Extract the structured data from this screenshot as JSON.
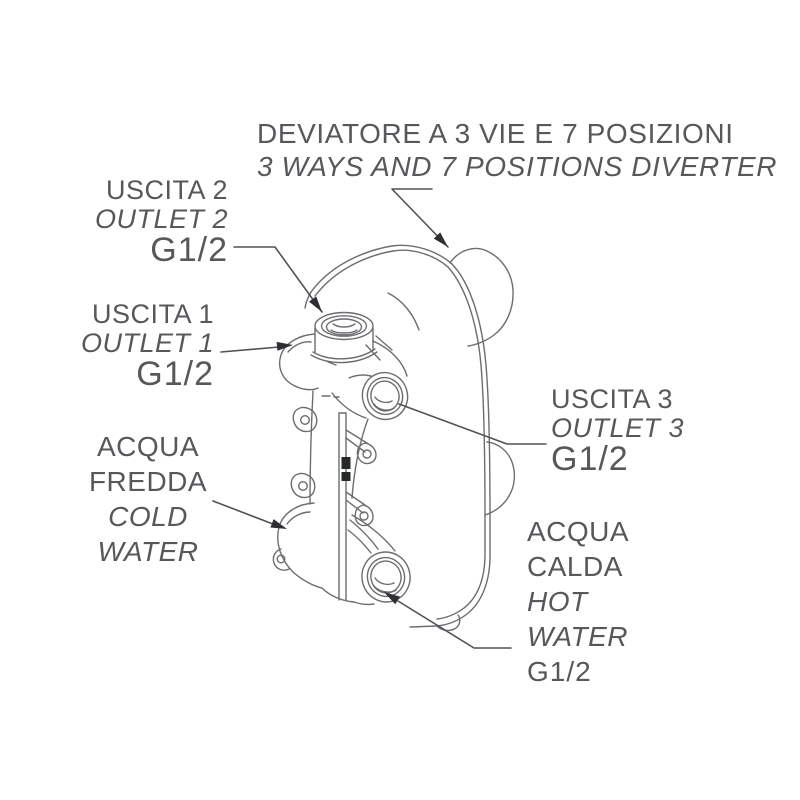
{
  "diagram": {
    "heading": {
      "line1": "DEVIATORE A 3 VIE E 7 POSIZIONI",
      "line2": "3 WAYS AND 7 POSITIONS DIVERTER"
    },
    "labels": {
      "outlet2": {
        "name_it": "USCITA 2",
        "name_en": "OUTLET 2",
        "size": "G1/2"
      },
      "outlet1": {
        "name_it": "USCITA 1",
        "name_en": "OUTLET 1",
        "size": "G1/2"
      },
      "cold_water": {
        "line1": "ACQUA",
        "line2": "FREDDA",
        "line3": "COLD",
        "line4": "WATER"
      },
      "outlet3": {
        "name_it": "USCITA 3",
        "name_en": "OUTLET 3",
        "size": "G1/2"
      },
      "hot_water": {
        "line1": "ACQUA",
        "line2": "CALDA",
        "line3": "HOT",
        "line4": "WATER",
        "size": "G1/2"
      }
    },
    "colors": {
      "background": "#ffffff",
      "text": "#57585b",
      "drawing_line": "#6b6d70",
      "leader_line": "#515256",
      "arrowhead": "#2e2f32"
    }
  }
}
